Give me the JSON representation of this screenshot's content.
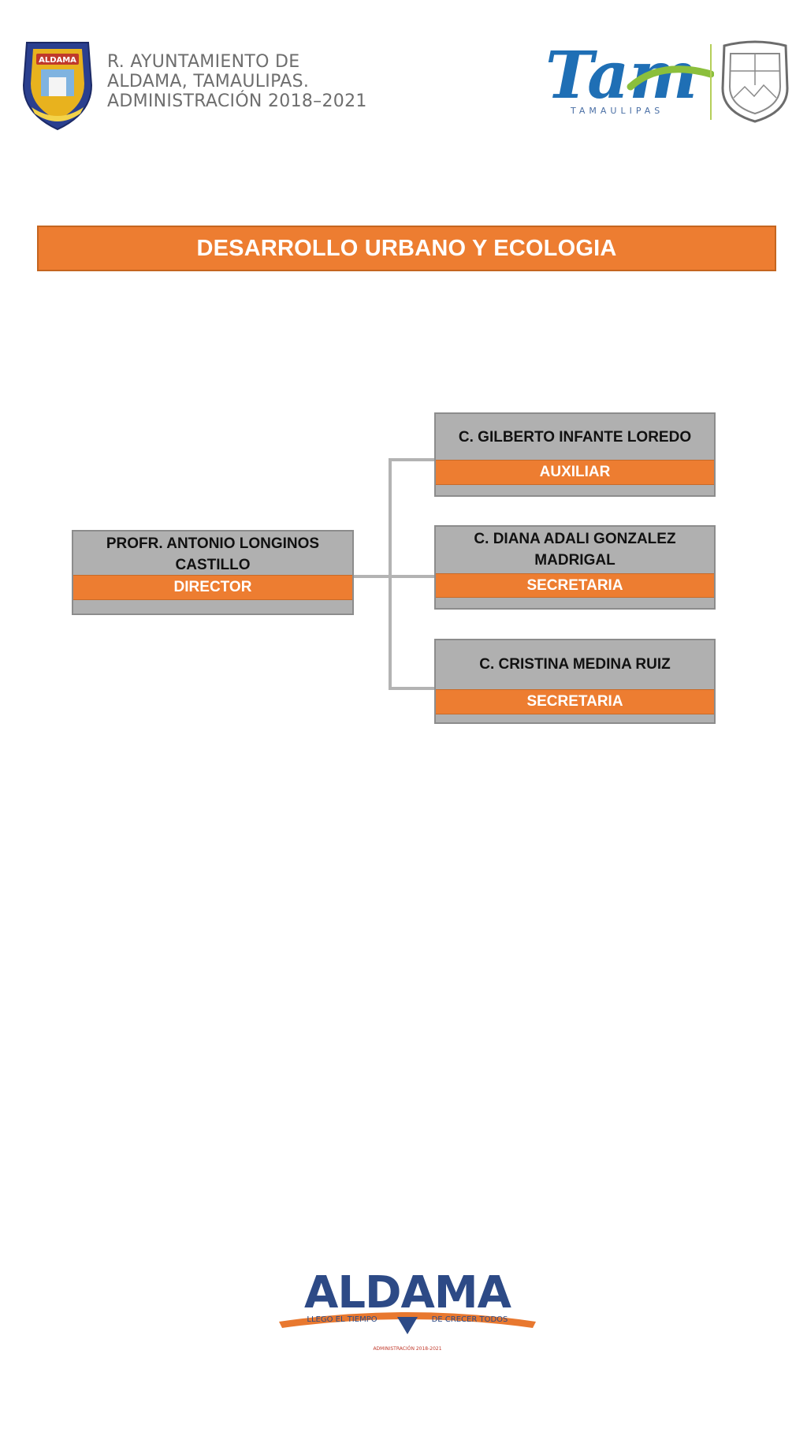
{
  "header": {
    "lines": [
      "R. AYUNTAMIENTO DE",
      "ALDAMA, TAMAULIPAS.",
      "ADMINISTRACIÓN  2018–2021"
    ],
    "crest_word": "ALDAMA",
    "tam_logo_text": "Tam",
    "tam_logo_sub": "TAMAULIPAS"
  },
  "title": "DESARROLLO URBANO Y ECOLOGIA",
  "director": {
    "name": "PROFR. ANTONIO LONGINOS CASTILLO",
    "role": "DIRECTOR"
  },
  "staff": [
    {
      "name": "C. GILBERTO INFANTE LOREDO",
      "role": "AUXILIAR"
    },
    {
      "name": "C. DIANA ADALI GONZALEZ MADRIGAL",
      "role": "SECRETARIA"
    },
    {
      "name": "C. CRISTINA MEDINA RUIZ",
      "role": "SECRETARIA"
    }
  ],
  "footer": {
    "logo_word": "ALDAMA",
    "slogan_left": "LLEGO EL TIEMPO",
    "slogan_right": "DE CRECER TODOS",
    "admin": "ADMINISTRACIÓN 2018-2021"
  },
  "colors": {
    "accent_orange": "#ed7d31",
    "card_gray": "#b0b0b0",
    "connector_gray": "#b3b3b3",
    "tam_blue": "#1f6fb5",
    "tam_green": "#8bbf3c"
  }
}
